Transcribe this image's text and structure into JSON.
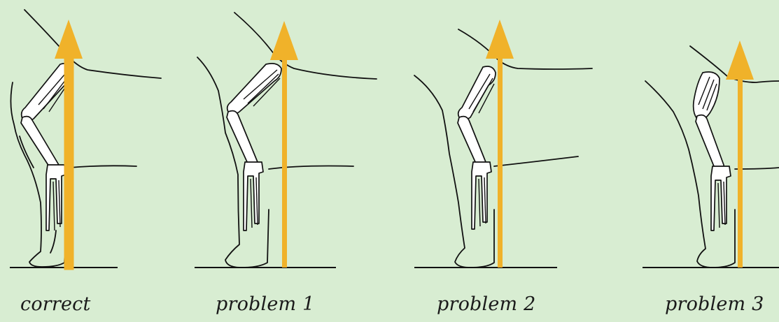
{
  "panels": [
    {
      "id": "correct",
      "label": "correct"
    },
    {
      "id": "problem-1",
      "label": "problem 1"
    },
    {
      "id": "problem-2",
      "label": "problem 2"
    },
    {
      "id": "problem-3",
      "label": "problem 3"
    }
  ],
  "colors": {
    "background": "#d8edd2",
    "arrow": "#f0b22a",
    "line": "#111111"
  },
  "icons": [
    "dog-foreleg-skeleton",
    "vertical-arrow"
  ]
}
